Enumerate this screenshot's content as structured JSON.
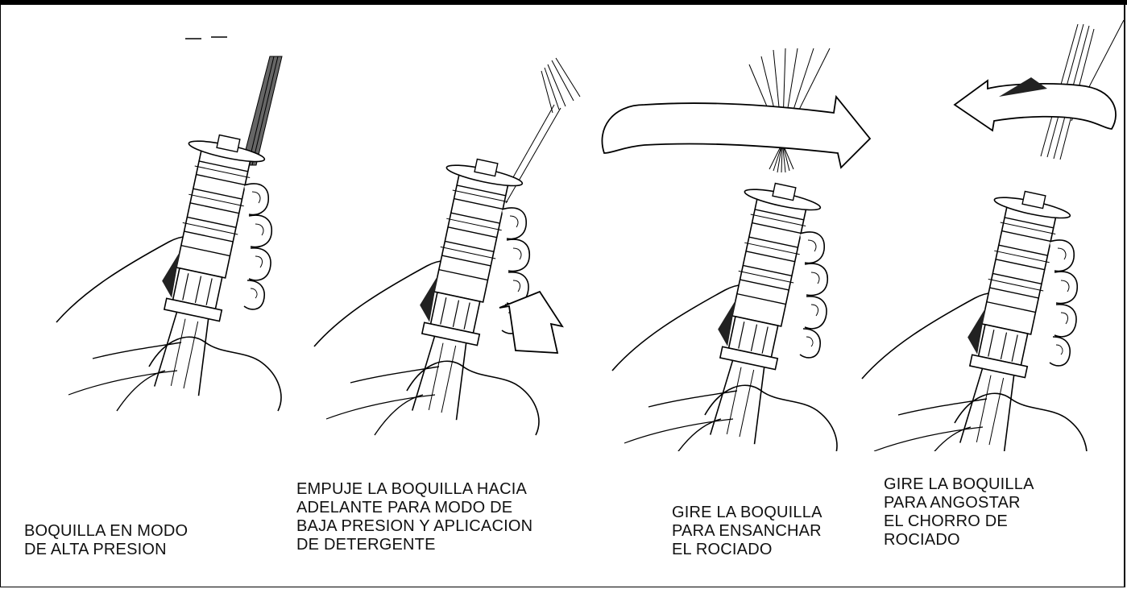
{
  "panels": [
    {
      "caption": "BOQUILLA EN MODO\nDE ALTA PRESION"
    },
    {
      "caption": "EMPUJE LA BOQUILLA HACIA\nADELANTE PARA MODO DE\nBAJA PRESION Y APLICACION\nDE DETERGENTE"
    },
    {
      "caption": "GIRE LA BOQUILLA\nPARA ENSANCHAR\nEL ROCIADO"
    },
    {
      "caption": "GIRE LA BOQUILLA\nPARA ANGOSTAR\nEL CHORRO DE\nROCIADO"
    }
  ]
}
